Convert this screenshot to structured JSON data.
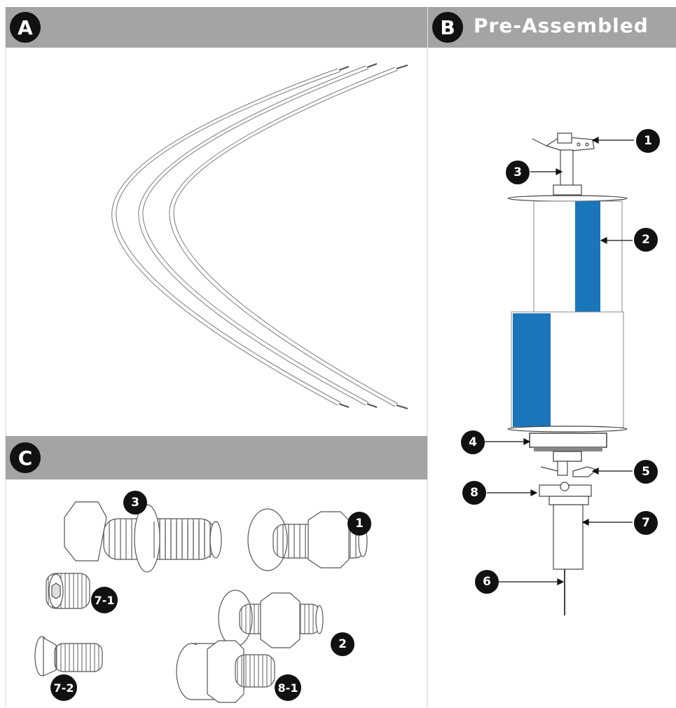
{
  "panels": {
    "a": {
      "badge": "A"
    },
    "b": {
      "badge": "B",
      "title": "Pre-Assembled"
    },
    "c": {
      "badge": "C"
    }
  },
  "assembly_callouts": [
    "1",
    "2",
    "3",
    "4",
    "5",
    "6",
    "7",
    "8"
  ],
  "hardware_callouts": {
    "c1": "1",
    "c2": "2",
    "c3": "3",
    "c7_1": "7-1",
    "c7_2": "7-2",
    "c8_1": "8-1"
  },
  "colors": {
    "header_bg": "#a4a4a4",
    "blade_blue": "#1a75bb",
    "badge_bg": "#111111"
  }
}
